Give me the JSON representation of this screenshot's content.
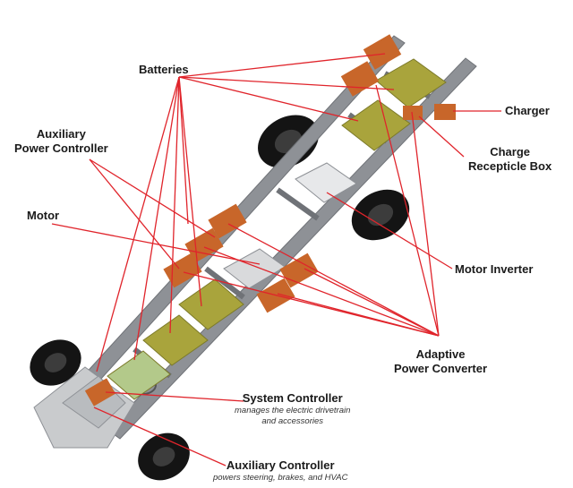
{
  "labels": {
    "batteries": "Batteries",
    "auxiliary_power_controller_line1": "Auxiliary",
    "auxiliary_power_controller_line2": "Power Controller",
    "motor": "Motor",
    "charger": "Charger",
    "charge_receptacle_line1": "Charge",
    "charge_receptacle_line2": "Recepticle Box",
    "motor_inverter": "Motor Inverter",
    "adaptive_power_converter_line1": "Adaptive",
    "adaptive_power_converter_line2": "Power Converter",
    "system_controller": "System Controller",
    "system_controller_desc_line1": "manages the electric drivetrain",
    "system_controller_desc_line2": "and accessories",
    "auxiliary_controller": "Auxiliary Controller",
    "auxiliary_controller_desc": "powers steering, brakes, and HVAC"
  },
  "colors": {
    "leader_line": "#e0242b",
    "frame": "#8e9196",
    "frame_dark": "#6f7277",
    "battery": "#a9a43c",
    "battery_dark": "#7c7a2a",
    "module_orange": "#c8662a",
    "tire": "#141414",
    "label_text": "#1a1a1a"
  }
}
